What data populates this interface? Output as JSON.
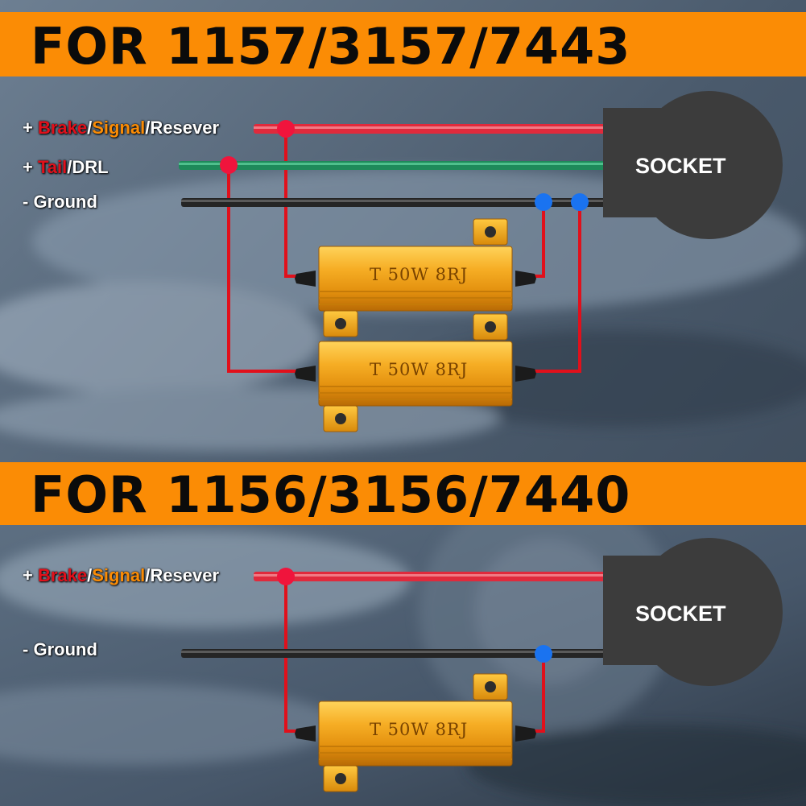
{
  "sections": [
    {
      "title": "FOR 1157/3157/7443",
      "wires": [
        {
          "sign": "+ ",
          "parts": [
            {
              "text": "Brake",
              "color": "red"
            },
            {
              "text": "/",
              "color": "white"
            },
            {
              "text": "Signal",
              "color": "orange"
            },
            {
              "text": "/Resever",
              "color": "white"
            }
          ]
        },
        {
          "sign": "+ ",
          "parts": [
            {
              "text": "Tail",
              "color": "red"
            },
            {
              "text": "/DRL",
              "color": "white"
            }
          ]
        },
        {
          "sign": "- ",
          "parts": [
            {
              "text": "Ground",
              "color": "white"
            }
          ]
        }
      ],
      "socket_label": "SOCKET",
      "resistors": [
        "T 50W 8RJ",
        "T 50W 8RJ"
      ]
    },
    {
      "title": "FOR 1156/3156/7440",
      "wires": [
        {
          "sign": "+ ",
          "parts": [
            {
              "text": "Brake",
              "color": "red"
            },
            {
              "text": "/",
              "color": "white"
            },
            {
              "text": "Signal",
              "color": "orange"
            },
            {
              "text": "/Resever",
              "color": "white"
            }
          ]
        },
        {
          "sign": "- ",
          "parts": [
            {
              "text": "Ground",
              "color": "white"
            }
          ]
        }
      ],
      "socket_label": "SOCKET",
      "resistors": [
        "T 50W 8RJ"
      ]
    }
  ],
  "colors": {
    "banner": "#fb8c05",
    "wire_red": "#e1101b",
    "wire_green": "#1e8a5a",
    "wire_ground": "#2b2b2b",
    "node_red": "#f0143c",
    "node_blue": "#1a73f0",
    "socket": "#3c3c3c",
    "resistor_body": "#f2a31c"
  }
}
